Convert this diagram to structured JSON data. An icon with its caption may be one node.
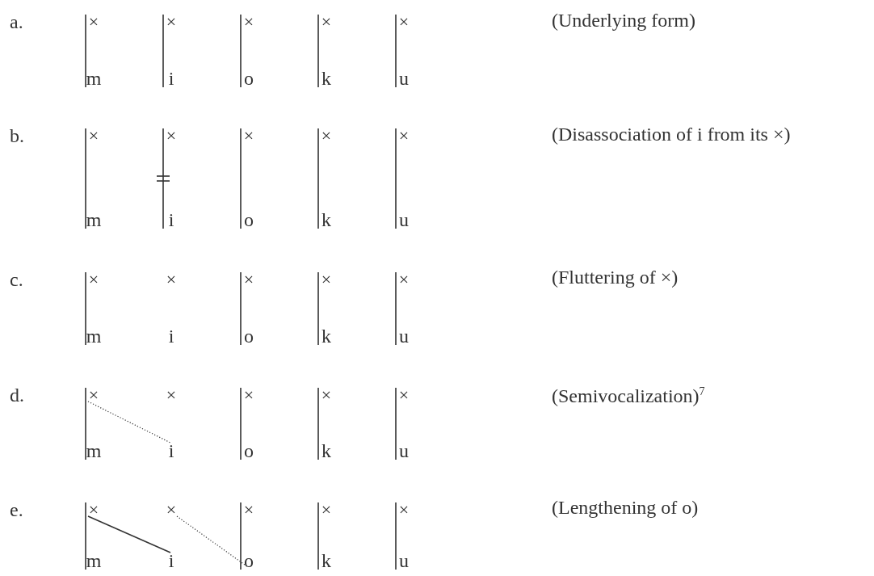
{
  "diagram": {
    "nodes": [
      {
        "text": [
          "×"
        ]
      },
      {
        "text": [
          "×"
        ]
      },
      {
        "text": [
          "×"
        ]
      },
      {
        "text": [
          "×"
        ]
      },
      {
        "text": [
          "×"
        ]
      },
      {
        "text": [
          "m"
        ]
      },
      {
        "text": [
          "i"
        ]
      },
      {
        "text": [
          "o"
        ]
      },
      {
        "text": [
          "k"
        ]
      },
      {
        "text": [
          "u"
        ]
      },
      {
        "text": [
          "×"
        ]
      },
      {
        "text": [
          "×"
        ]
      },
      {
        "text": [
          "×"
        ]
      },
      {
        "text": [
          "×"
        ]
      },
      {
        "text": [
          "×"
        ]
      },
      {
        "text": [
          "m"
        ]
      },
      {
        "text": [
          "i"
        ]
      },
      {
        "text": [
          "o"
        ]
      },
      {
        "text": [
          "k"
        ]
      },
      {
        "text": [
          "u"
        ]
      },
      {
        "text": [
          "×"
        ]
      },
      {
        "text": [
          "×"
        ]
      },
      {
        "text": [
          "×"
        ]
      },
      {
        "text": [
          "×"
        ]
      },
      {
        "text": [
          "×"
        ]
      },
      {
        "text": [
          "m"
        ]
      },
      {
        "text": [
          "i"
        ]
      },
      {
        "text": [
          "o"
        ]
      },
      {
        "text": [
          "k"
        ]
      },
      {
        "text": [
          "u"
        ]
      },
      {
        "text": [
          "×"
        ]
      },
      {
        "text": [
          "×"
        ]
      },
      {
        "text": [
          "×"
        ]
      },
      {
        "text": [
          "×"
        ]
      },
      {
        "text": [
          "×"
        ]
      },
      {
        "text": [
          "m"
        ]
      },
      {
        "text": [
          "i"
        ]
      },
      {
        "text": [
          "o"
        ]
      },
      {
        "text": [
          "k"
        ]
      },
      {
        "text": [
          "u"
        ]
      },
      {
        "text": [
          "×"
        ]
      },
      {
        "text": [
          "×"
        ]
      },
      {
        "text": [
          "×"
        ]
      },
      {
        "text": [
          "×"
        ]
      },
      {
        "text": [
          "×"
        ]
      },
      {
        "text": [
          "m"
        ]
      },
      {
        "text": [
          "i"
        ]
      },
      {
        "text": [
          "o"
        ]
      },
      {
        "text": [
          "k"
        ]
      },
      {
        "text": [
          "u"
        ]
      }
    ],
    "edges": [
      {
        "from": 0,
        "to": 5,
        "arrow": "none"
      },
      {
        "from": 1,
        "to": 6,
        "arrow": "none"
      },
      {
        "from": 2,
        "to": 7,
        "arrow": "none"
      },
      {
        "from": 3,
        "to": 8,
        "arrow": "none"
      },
      {
        "from": 4,
        "to": 9,
        "arrow": "none"
      },
      {
        "from": 10,
        "to": 15,
        "arrow": "none"
      },
      {
        "from": 11,
        "to": 16,
        "arrow": "none"
      },
      {
        "from": 12,
        "to": 17,
        "arrow": "none"
      },
      {
        "from": 13,
        "to": 18,
        "arrow": "none"
      },
      {
        "from": 14,
        "to": 19,
        "arrow": "none"
      },
      {
        "from": 20,
        "to": 25,
        "arrow": "none"
      },
      {
        "from": 22,
        "to": 27,
        "arrow": "none"
      },
      {
        "from": 23,
        "to": 28,
        "arrow": "none"
      },
      {
        "from": 24,
        "to": 29,
        "arrow": "none"
      },
      {
        "from": 30,
        "to": 35,
        "arrow": "none"
      },
      {
        "from": 32,
        "to": 37,
        "arrow": "none"
      },
      {
        "from": 33,
        "to": 38,
        "arrow": "none"
      },
      {
        "from": 34,
        "to": 39,
        "arrow": "none"
      },
      {
        "from": 30,
        "to": 36,
        "arrow": "none",
        "style": "dashed"
      },
      {
        "from": 40,
        "to": 45,
        "arrow": "none"
      },
      {
        "from": 42,
        "to": 47,
        "arrow": "none"
      },
      {
        "from": 43,
        "to": 48,
        "arrow": "none"
      },
      {
        "from": 44,
        "to": 49,
        "arrow": "none"
      },
      {
        "from": 40,
        "to": 46,
        "arrow": "none"
      },
      {
        "from": 41,
        "to": 47,
        "arrow": "none",
        "style": "dashed"
      }
    ],
    "labels": [
      "a.",
      "(Underlying form)",
      "b.",
      "(Disassociation of i from its ×)",
      "c.",
      "(Fluttering of ×)",
      "d.",
      "(Semivocalization)$^{7}$",
      "e.",
      "(Lengthening of o)"
    ]
  }
}
